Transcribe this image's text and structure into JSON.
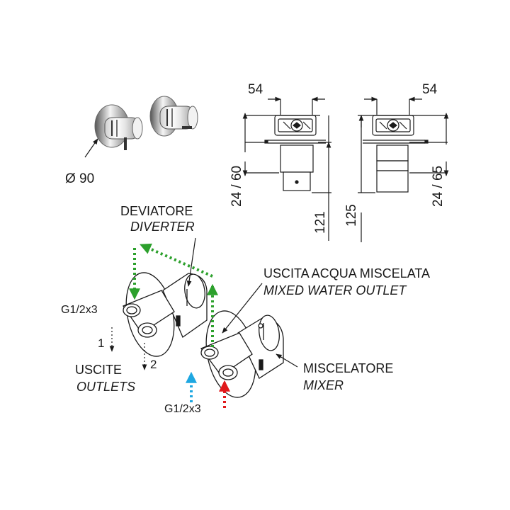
{
  "top_view": {
    "diameter_label": "Ø 90"
  },
  "dimensions_left": {
    "width": "54",
    "range": "24 / 60",
    "depth": "121"
  },
  "dimensions_right": {
    "width": "54",
    "range": "24 / 65",
    "depth": "125"
  },
  "labels": {
    "diverter_it": "DEVIATORE",
    "diverter_en": "DIVERTER",
    "connection_top": "G1/2x3",
    "outlet_1": "1",
    "outlet_2": "2",
    "outlets_it": "USCITE",
    "outlets_en": "OUTLETS",
    "connection_bottom": "G1/2x3",
    "mixed_outlet_it": "USCITA ACQUA MISCELATA",
    "mixed_outlet_en": "MIXED WATER OUTLET",
    "mixer_it": "MISCELATORE",
    "mixer_en": "MIXER"
  },
  "colors": {
    "flow_mixed": "#2ca02c",
    "flow_cold": "#1ea7e1",
    "flow_hot": "#e0191b",
    "line": "#1a1a1a"
  }
}
